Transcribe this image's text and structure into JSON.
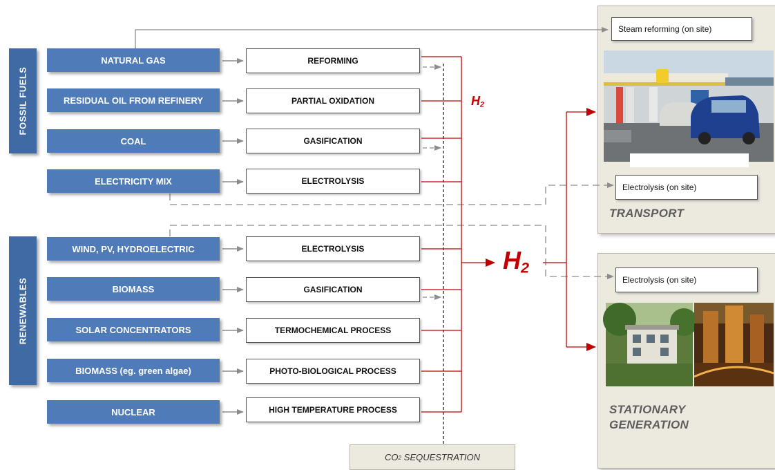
{
  "categories": {
    "fossil": "FOSSIL FUELS",
    "renewables": "RENEWABLES"
  },
  "sources": [
    {
      "label": "NATURAL GAS"
    },
    {
      "label": "RESIDUAL OIL FROM REFINERY"
    },
    {
      "label": "COAL"
    },
    {
      "label": "ELECTRICITY MIX"
    },
    {
      "label": "WIND, PV, HYDROELECTRIC"
    },
    {
      "label": "BIOMASS"
    },
    {
      "label": "SOLAR CONCENTRATORS"
    },
    {
      "label": "BIOMASS (eg. green  algae)"
    },
    {
      "label": "NUCLEAR"
    }
  ],
  "processes": [
    {
      "label": "REFORMING"
    },
    {
      "label": "PARTIAL OXIDATION"
    },
    {
      "label": "GASIFICATION"
    },
    {
      "label": "ELECTROLYSIS"
    },
    {
      "label": "ELECTROLYSIS"
    },
    {
      "label": "GASIFICATION"
    },
    {
      "label": "TERMOCHEMICAL PROCESS"
    },
    {
      "label": "PHOTO-BIOLOGICAL PROCESS"
    },
    {
      "label": "HIGH TEMPERATURE PROCESS"
    }
  ],
  "hydrogen": {
    "symbol": "H",
    "subscript": "2"
  },
  "sequestration": {
    "prefix": "CO",
    "subscript": "2",
    "suffix": " SEQUESTRATION"
  },
  "transport_panel": {
    "steam_box": "Steam reforming (on site)",
    "electrolysis_box": "Electrolysis (on site)",
    "title": "TRANSPORT"
  },
  "stationary_panel": {
    "electrolysis_box": "Electrolysis (on site)",
    "title_line1": "STATIONARY",
    "title_line2": "GENERATION"
  },
  "colors": {
    "accent_red": "#c00000",
    "source_blue": "#4f7cb8",
    "category_blue": "#3f6aa4",
    "panel_beige": "#ece9df",
    "connector_gray": "#8c8c8c"
  }
}
